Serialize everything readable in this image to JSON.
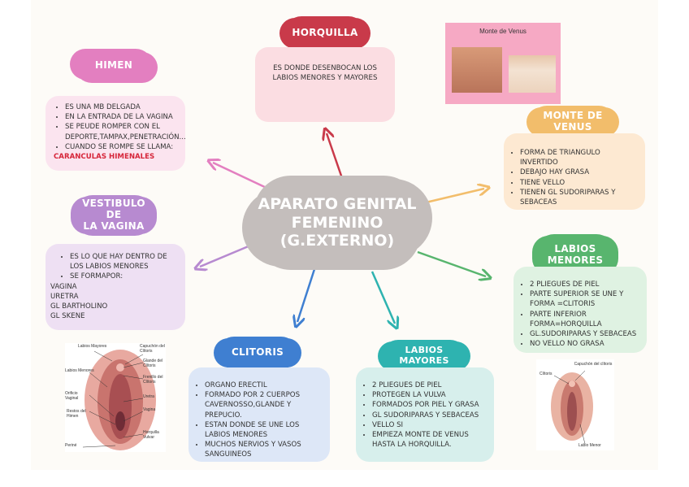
{
  "center": {
    "lines": [
      "APARATO GENITAL",
      "FEMENINO",
      "(G.EXTERNO)"
    ]
  },
  "himen": {
    "title": "HIMEN",
    "items": [
      "ES UNA MB DELGADA",
      "EN LA ENTRADA DE LA VAGINA",
      "SE PEUDE ROMPER CON EL DEPORTE,TAMPAX,PENETRACIÓN...",
      "CUANDO SE ROMPE SE LLAMA:"
    ],
    "highlight": "CARANCULAS HIMENALES"
  },
  "horquilla": {
    "title": "HORQUILLA",
    "text": "ES DONDE DESENBOCAN LOS LABIOS MENORES Y MAYORES"
  },
  "monte_venus_image": {
    "caption": "Monte de Venus"
  },
  "monte_venus": {
    "title": "MONTE DE VENUS",
    "items": [
      "FORMA DE TRIANGULO INVERTIDO",
      "DEBAJO HAY GRASA",
      "TIENE VELLO",
      "TIENEN GL SUDORIPARAS Y SEBACEAS"
    ]
  },
  "vestibulo": {
    "title": [
      "VESTIBULO DE",
      "LA VAGINA"
    ],
    "items": [
      "ES LO QUE HAY DENTRO DE LOS LABIOS MENORES",
      "SE FORMAPOR:"
    ],
    "plain": [
      "VAGINA",
      "URETRA",
      "GL BARTHOLINO",
      "GL SKENE"
    ]
  },
  "labios_menores": {
    "title": [
      "LABIOS",
      "MENORES"
    ],
    "items": [
      "2 PLIEGUES DE PIEL",
      "PARTE SUPERIOR SE UNE Y FORMA =CLITORIS",
      "PARTE INFERIOR FORMA=HORQUILLA",
      "GL.SUDORIPARAS Y SEBACEAS",
      "NO VELLO NO GRASA"
    ]
  },
  "clitoris": {
    "title": "CLITORIS",
    "items": [
      "ORGANO ERECTIL",
      "FORMADO POR 2 CUERPOS CAVERNOSSO,GLANDE Y PREPUCIO.",
      "ESTAN DONDE SE UNE LOS LABIOS MENORES",
      "MUCHOS NERVIOS Y VASOS SANGUINEOS"
    ]
  },
  "labios_mayores": {
    "title": "LABIOS MAYORES",
    "items": [
      "2 PLIEGUES DE PIEL",
      "PROTEGEN LA VULVA",
      "FORMADOS POR PIEL Y GRASA",
      "GL SUDORIPARAS Y SEBACEAS",
      "VELLO SI",
      "EMPIEZA MONTE DE VENUS HASTA LA HORQUILLA."
    ]
  },
  "anatomy_left": {
    "labels": [
      "Labios Mayores",
      "Capuchón del Clítoris",
      "Glande del Clítoris",
      "Labios Menores",
      "Frenillo del Clítoris",
      "Orificio Vaginal",
      "Uretra",
      "Restos del Himen",
      "Vagina",
      "Horquilla Vulvar",
      "Periné"
    ]
  },
  "anatomy_right": {
    "labels": [
      "Capuchón del clítoris",
      "Clítoris",
      "Labio Menor"
    ]
  },
  "colors": {
    "himen": "#e37fc0",
    "horquilla": "#c93a4a",
    "monte_venus": "#f2bd6b",
    "vestibulo": "#b78ad0",
    "labios_menores": "#58b56e",
    "clitoris": "#3f7fd1",
    "labios_mayores": "#2eb3b0",
    "center": "#c4bebc"
  }
}
